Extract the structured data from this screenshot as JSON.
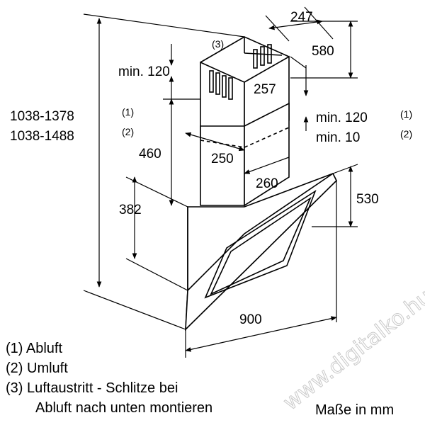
{
  "labels": {
    "total_height_1": "1038-1378",
    "total_height_1_note": "(1)",
    "total_height_2": "1038-1488",
    "total_height_2_note": "(2)",
    "min_120_left": "min. 120",
    "slot_note": "(3)",
    "width_247": "247",
    "height_580": "580",
    "depth_257": "257",
    "min_120_right": "min. 120",
    "min_120_right_note": "(1)",
    "min_10_right": "min. 10",
    "min_10_right_note": "(2)",
    "height_460": "460",
    "depth_250": "250",
    "width_260": "260",
    "height_382": "382",
    "height_530": "530",
    "width_900": "900"
  },
  "legend": {
    "item1": "(1) Abluft",
    "item2": "(2) Umluft",
    "item3_line1": "(3) Luftaustritt - Schlitze bei",
    "item3_line2": "Abluft nach unten montieren"
  },
  "units": "Maße in mm",
  "watermark": "www.digitalko.hu"
}
